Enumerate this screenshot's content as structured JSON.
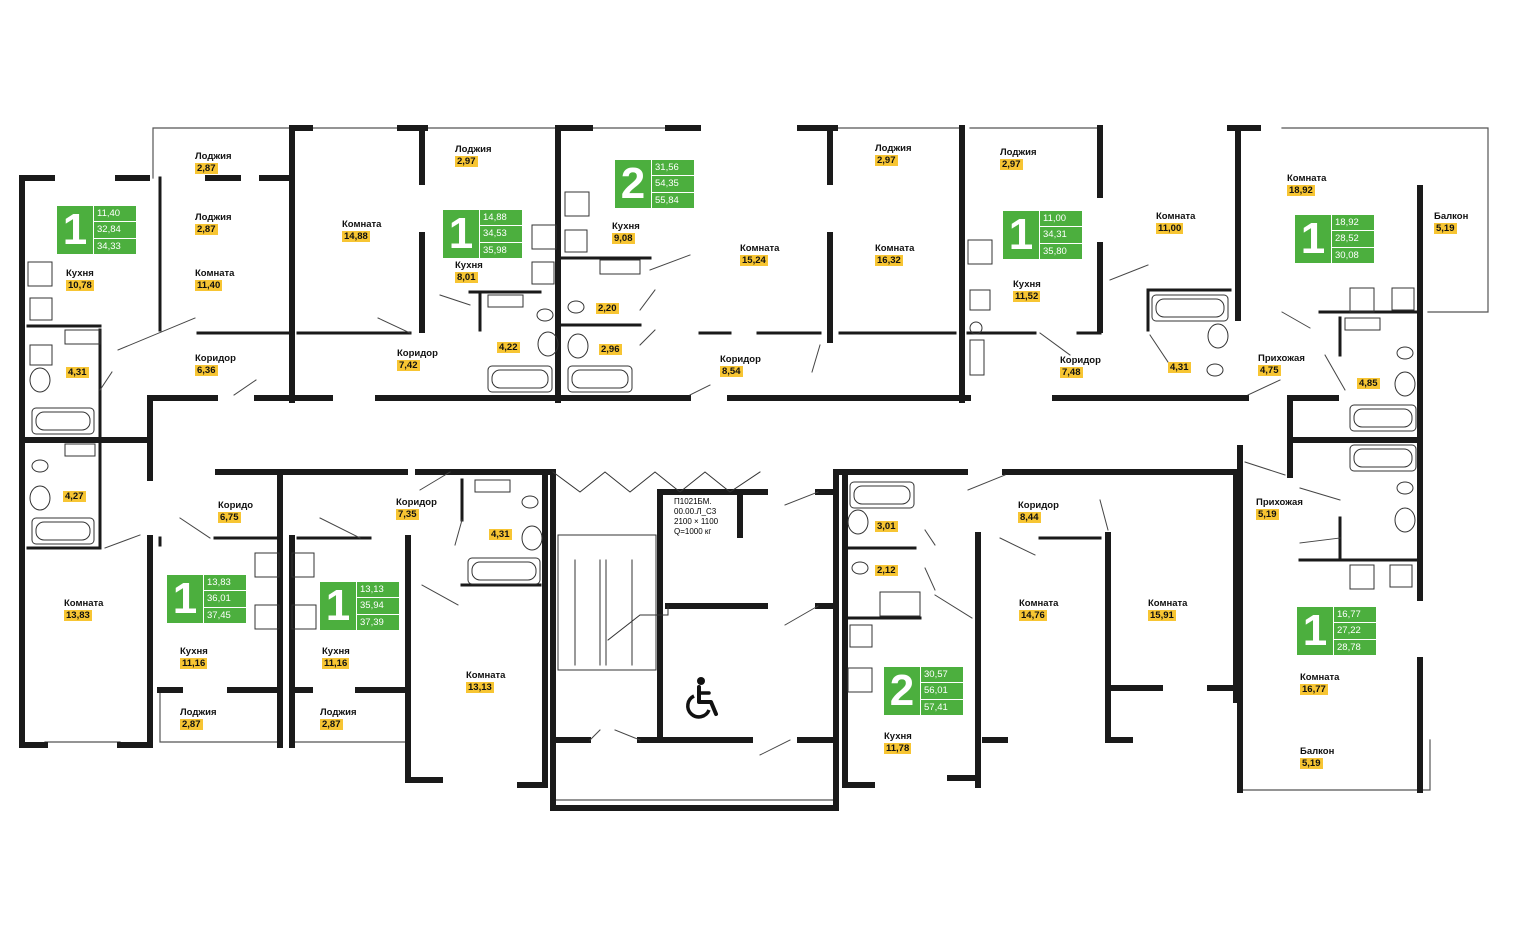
{
  "rooms": [
    {
      "id": "r1",
      "label": "Лоджия",
      "value": "2,87"
    },
    {
      "id": "r2",
      "label": "Лоджия",
      "value": "2,87"
    },
    {
      "id": "r3",
      "label": "Кухня",
      "value": "10,78"
    },
    {
      "id": "r4",
      "label": "Комната",
      "value": "11,40"
    },
    {
      "id": "r5",
      "label": "",
      "value": "4,31"
    },
    {
      "id": "r6",
      "label": "Коридор",
      "value": "6,36"
    },
    {
      "id": "r7",
      "label": "Комната",
      "value": "14,88"
    },
    {
      "id": "r8",
      "label": "Коридор",
      "value": "7,42"
    },
    {
      "id": "r9",
      "label": "Лоджия",
      "value": "2,97"
    },
    {
      "id": "r10",
      "label": "Кухня",
      "value": "8,01"
    },
    {
      "id": "r11",
      "label": "",
      "value": "4,22"
    },
    {
      "id": "r12",
      "label": "Кухня",
      "value": "9,08"
    },
    {
      "id": "r13",
      "label": "",
      "value": "2,20"
    },
    {
      "id": "r14",
      "label": "",
      "value": "2,96"
    },
    {
      "id": "r15",
      "label": "Комната",
      "value": "15,24"
    },
    {
      "id": "r16",
      "label": "Коридор",
      "value": "8,54"
    },
    {
      "id": "r17",
      "label": "Лоджия",
      "value": "2,97"
    },
    {
      "id": "r18",
      "label": "Комната",
      "value": "16,32"
    },
    {
      "id": "r19",
      "label": "Лоджия",
      "value": "2,97"
    },
    {
      "id": "r20",
      "label": "Кухня",
      "value": "11,52"
    },
    {
      "id": "r21",
      "label": "Комната",
      "value": "11,00"
    },
    {
      "id": "r22",
      "label": "Коридор",
      "value": "7,48"
    },
    {
      "id": "r23",
      "label": "",
      "value": "4,31"
    },
    {
      "id": "r24",
      "label": "Комната",
      "value": "18,92"
    },
    {
      "id": "r25",
      "label": "Балкон",
      "value": "5,19"
    },
    {
      "id": "r26",
      "label": "Прихожая",
      "value": "4,75"
    },
    {
      "id": "r27",
      "label": "",
      "value": "4,85"
    },
    {
      "id": "r28",
      "label": "",
      "value": "4,27"
    },
    {
      "id": "r29",
      "label": "Коридо",
      "value": "6,75"
    },
    {
      "id": "r30",
      "label": "Коридор",
      "value": "7,35"
    },
    {
      "id": "r31",
      "label": "",
      "value": "4,31"
    },
    {
      "id": "r32",
      "label": "Комната",
      "value": "13,83"
    },
    {
      "id": "r33",
      "label": "Кухня",
      "value": "11,16"
    },
    {
      "id": "r34",
      "label": "Кухня",
      "value": "11,16"
    },
    {
      "id": "r35",
      "label": "Лоджия",
      "value": "2,87"
    },
    {
      "id": "r36",
      "label": "Лоджия",
      "value": "2,87"
    },
    {
      "id": "r37",
      "label": "Комната",
      "value": "13,13"
    },
    {
      "id": "r38",
      "label": "",
      "value": "3,01"
    },
    {
      "id": "r39",
      "label": "",
      "value": "2,12"
    },
    {
      "id": "r40",
      "label": "Кухня",
      "value": "11,78"
    },
    {
      "id": "r41",
      "label": "Коридор",
      "value": "8,44"
    },
    {
      "id": "r42",
      "label": "Комната",
      "value": "14,76"
    },
    {
      "id": "r43",
      "label": "Комната",
      "value": "15,91"
    },
    {
      "id": "r44",
      "label": "Прихожая",
      "value": "5,19"
    },
    {
      "id": "r45",
      "label": "Комната",
      "value": "16,77"
    },
    {
      "id": "r46",
      "label": "Балкон",
      "value": "5,19"
    }
  ],
  "apartments": [
    {
      "id": "a1",
      "rooms": "1",
      "values": [
        "11,40",
        "32,84",
        "34,33"
      ]
    },
    {
      "id": "a2",
      "rooms": "1",
      "values": [
        "14,88",
        "34,53",
        "35,98"
      ]
    },
    {
      "id": "a3",
      "rooms": "2",
      "values": [
        "31,56",
        "54,35",
        "55,84"
      ]
    },
    {
      "id": "a4",
      "rooms": "1",
      "values": [
        "11,00",
        "34,31",
        "35,80"
      ]
    },
    {
      "id": "a5",
      "rooms": "1",
      "values": [
        "18,92",
        "28,52",
        "30,08"
      ]
    },
    {
      "id": "a6",
      "rooms": "1",
      "values": [
        "13,83",
        "36,01",
        "37,45"
      ]
    },
    {
      "id": "a7",
      "rooms": "1",
      "values": [
        "13,13",
        "35,94",
        "37,39"
      ]
    },
    {
      "id": "a8",
      "rooms": "2",
      "values": [
        "30,57",
        "56,01",
        "57,41"
      ]
    },
    {
      "id": "a9",
      "rooms": "1",
      "values": [
        "16,77",
        "27,22",
        "28,78"
      ]
    }
  ],
  "elevator": {
    "line1": "П1021БМ.",
    "line2": "00.00.Л_С3",
    "line3": "2100 × 1100",
    "line4": "Q=1000 кг"
  },
  "colors": {
    "wall": "#1a1a1a",
    "area_label": "#f7c533",
    "badge": "#4caf3e"
  },
  "icons": {
    "accessibility": "wheelchair-icon"
  }
}
